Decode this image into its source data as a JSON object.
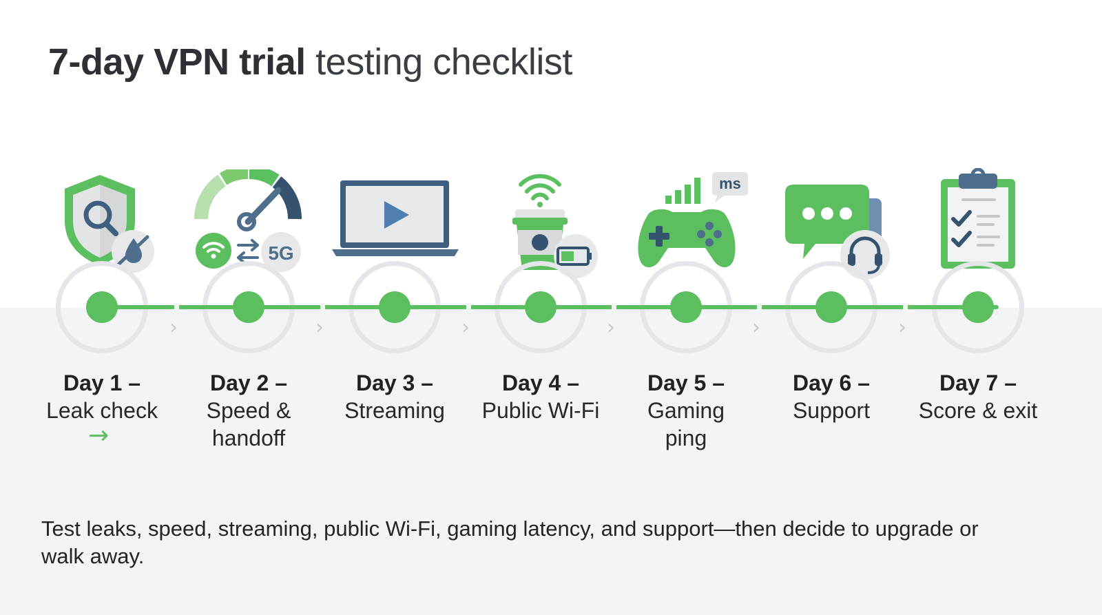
{
  "title": {
    "bold": "7-day VPN trial",
    "rest": "testing checklist"
  },
  "days": [
    {
      "day": "Day 1 –",
      "desc": "Leak check",
      "icon": "shield-search-icon"
    },
    {
      "day": "Day 2 –",
      "desc": "Speed & handoff",
      "icon": "speedometer-icon",
      "badge": "5G"
    },
    {
      "day": "Day 3 –",
      "desc": "Streaming",
      "icon": "laptop-play-icon"
    },
    {
      "day": "Day 4 –",
      "desc": "Public Wi-Fi",
      "icon": "coffee-wifi-icon"
    },
    {
      "day": "Day 5 –",
      "desc": "Gaming ping",
      "icon": "gamepad-icon",
      "badge": "ms"
    },
    {
      "day": "Day 6 –",
      "desc": "Support",
      "icon": "chat-headset-icon"
    },
    {
      "day": "Day 7 –",
      "desc": "Score & exit",
      "icon": "clipboard-checklist-icon"
    }
  ],
  "arrow": "→",
  "chevron": "›",
  "footer": "Test leaks, speed, streaming, public Wi-Fi, gaming latency, and support—then decide to upgrade or walk away.",
  "colors": {
    "accent": "#5cbf5f",
    "accent_dark": "#3e9e44",
    "slate": "#4e6e8c",
    "band": "#f3f4f6"
  }
}
